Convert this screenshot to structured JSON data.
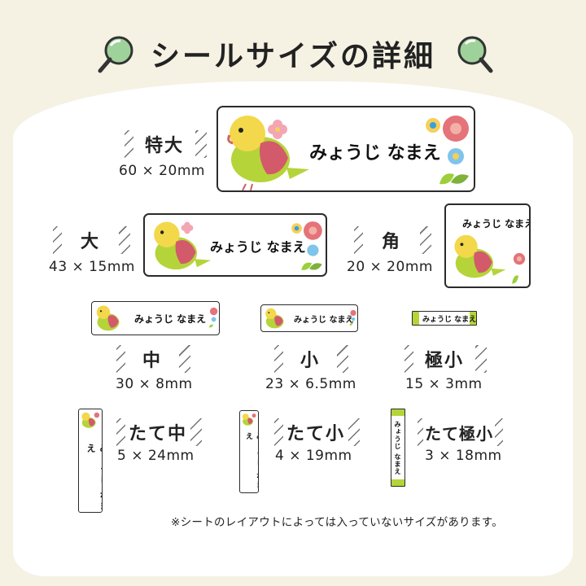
{
  "title": "シールサイズの詳細",
  "sample_name": "みょうじ なまえ",
  "colors": {
    "accent_green": "#b5d43a",
    "loupe": "#9fd29a",
    "tape_stripe": "#2b2b2b"
  },
  "sizes": {
    "xl": {
      "label": "特大",
      "dim": "60 × 20mm"
    },
    "lg": {
      "label": "大",
      "dim": "43 × 15mm"
    },
    "sq": {
      "label": "角",
      "dim": "20 × 20mm"
    },
    "md": {
      "label": "中",
      "dim": "30 × 8mm"
    },
    "sm": {
      "label": "小",
      "dim": "23 × 6.5mm"
    },
    "xs": {
      "label": "極小",
      "dim": "15 × 3mm"
    },
    "vmd": {
      "label": "たて中",
      "dim": "5 × 24mm"
    },
    "vsm": {
      "label": "たて小",
      "dim": "4 × 19mm"
    },
    "vxs": {
      "label": "たて極小",
      "dim": "3 × 18mm"
    }
  },
  "note": "※シートのレイアウトによっては入っていないサイズがあります。"
}
